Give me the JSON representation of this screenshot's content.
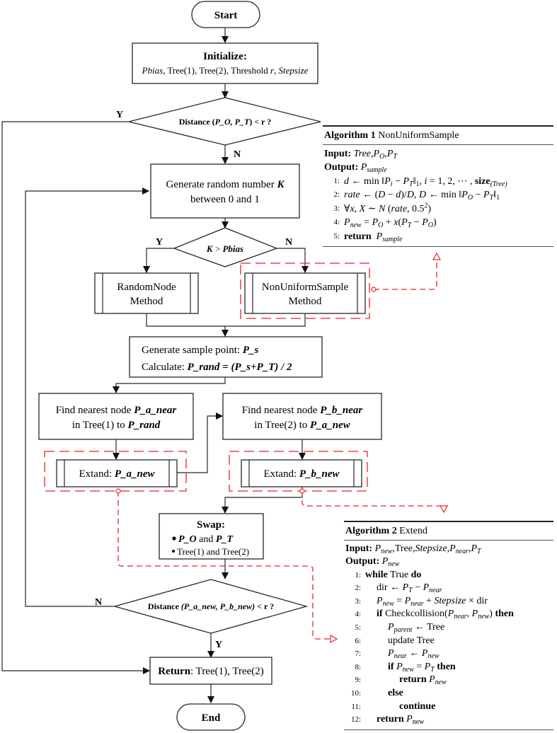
{
  "flowchart": {
    "start_label": "Start",
    "end_label": "End",
    "initialize": {
      "title": "Initialize:",
      "params": [
        {
          "text": "Pbias",
          "style": "italic"
        },
        {
          "text": ", Tree(1), Tree(2), Threshold ",
          "style": "normal"
        },
        {
          "text": "r",
          "style": "italic"
        },
        {
          "text": ", ",
          "style": "normal"
        },
        {
          "text": "Stepsize",
          "style": "italic"
        }
      ]
    },
    "decision1": {
      "prefix": "Distance (",
      "args": "P_O, P_T",
      "suffix": ") <  r ?",
      "yes": "Y",
      "no": "N"
    },
    "generate_random": {
      "line1": "Generate random number ",
      "var": "K",
      "line2": "between 0 and 1"
    },
    "decision2": {
      "var": "K",
      "op": " > ",
      "param": "Pbias",
      "yes": "Y",
      "no": "N"
    },
    "random_node": {
      "line1": "RandomNode",
      "line2": "Method"
    },
    "nonuniform": {
      "line1": "NonUniformSample",
      "line2": "Method"
    },
    "sample_box": {
      "line1_text": "Generate sample point: ",
      "line1_var": "P_s",
      "line2_text": "Calculate: ",
      "line2_var": "P_rand",
      "line2_expr": " = (P_s+P_T) / 2"
    },
    "find_a": {
      "line1": "Find nearest node ",
      "var1": "P_a_near",
      "line2": "in Tree(1) to ",
      "var2": "P_rand"
    },
    "find_b": {
      "line1": "Find nearest node ",
      "var1": "P_b_near",
      "line2": "in Tree(2) to ",
      "var2": "P_a_new"
    },
    "extend_a": {
      "label": "Extand: ",
      "var": "P_a_new"
    },
    "extend_b": {
      "label": "Extand: ",
      "var": "P_b_new"
    },
    "swap": {
      "title": "Swap:",
      "item1_a": "P_O",
      "item1_mid": " and ",
      "item1_b": "P_T",
      "item2": "Tree(1) and Tree(2)"
    },
    "decision3": {
      "prefix": "Distance ",
      "args": "(P_a_new, P_b_new)",
      "suffix": " <  r ?",
      "yes": "Y",
      "no": "N"
    },
    "return_box": {
      "label": "Return",
      "rest": ":  Tree(1), Tree(2)"
    }
  },
  "algorithm1": {
    "title_bold": "Algorithm 1",
    "title_name": " NonUniformSample",
    "input_label": "Input:",
    "output_label": "Output:",
    "lines": [
      "1:",
      "2:",
      "3:",
      "4:",
      "5:"
    ],
    "return_kw": "return"
  },
  "algorithm2": {
    "title_bold": "Algorithm 2",
    "title_name": " Extend",
    "input_label": "Input:",
    "output_label": "Output:",
    "lines": [
      "1:",
      "2:",
      "3:",
      "4:",
      "5:",
      "6:",
      "7:",
      "8:",
      "9:",
      "10:",
      "11:",
      "12:"
    ],
    "kw_while": "while",
    "kw_true": " True ",
    "kw_do": "do",
    "kw_if": "if",
    "kw_then": "then",
    "kw_return": "return",
    "kw_else": "else",
    "kw_continue": "continue",
    "checkcollision": " Checkcollision(",
    "update_tree": "update Tree",
    "tree": "Tree",
    "dir": "dir"
  },
  "colors": {
    "accent_red": "#e8232a",
    "line": "#262626"
  }
}
